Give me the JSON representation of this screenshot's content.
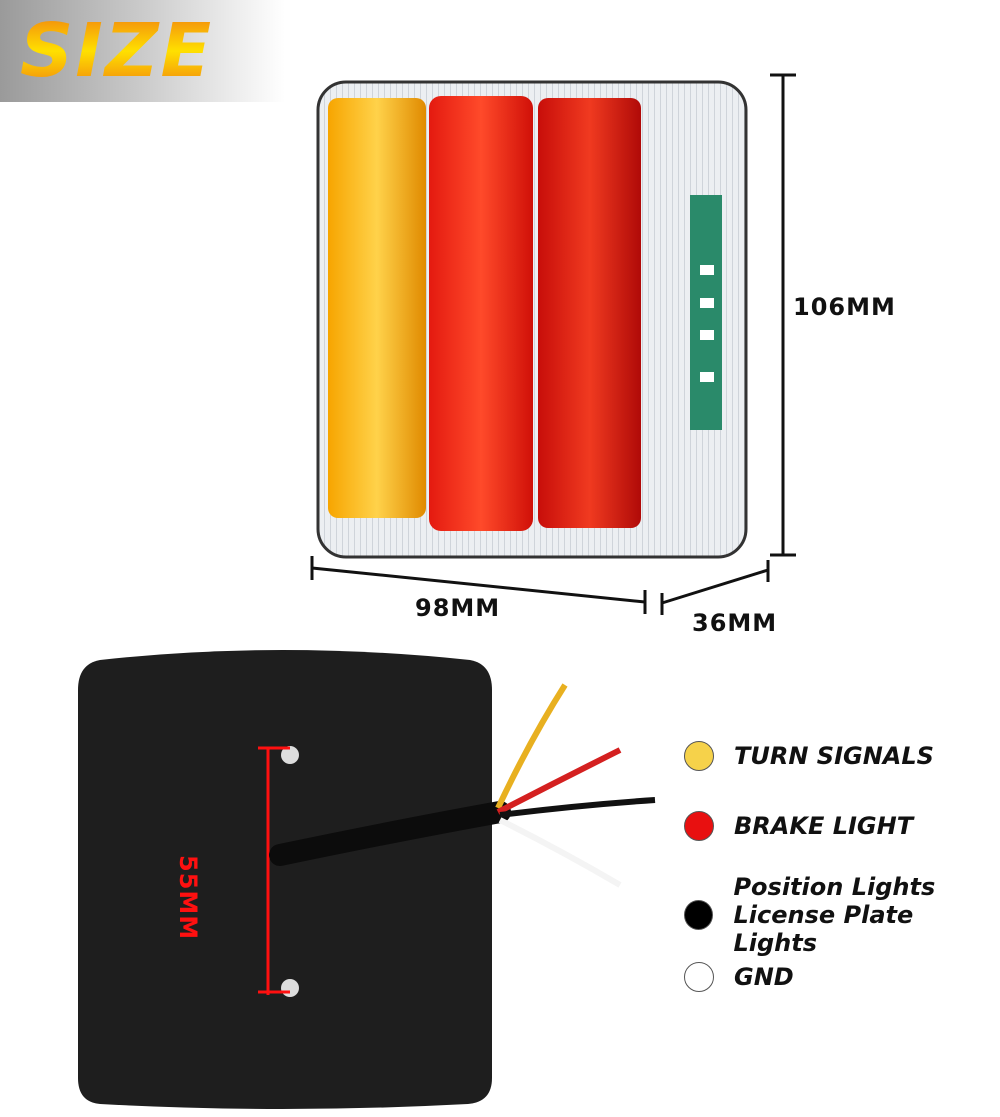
{
  "banner": {
    "title": "SIZE"
  },
  "dimensions": {
    "height": "106MM",
    "width": "98MM",
    "depth": "36MM",
    "mount_spacing": "55MM"
  },
  "legend": [
    {
      "label": "TURN SIGNALS",
      "color": "#f6d24a"
    },
    {
      "label": "BRAKE LIGHT",
      "color": "#e81010"
    },
    {
      "label": "Position Lights",
      "label2": "License Plate Lights",
      "color": "#000000"
    },
    {
      "label": "GND",
      "color": "#ffffff"
    }
  ]
}
